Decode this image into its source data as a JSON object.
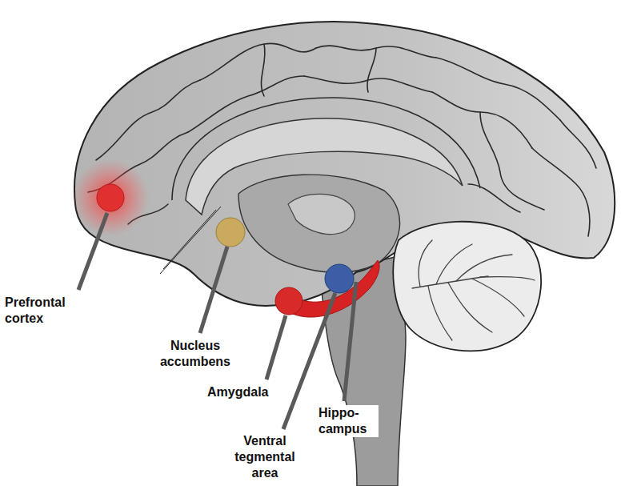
{
  "diagram": {
    "labels": [
      "Prefrontal cortex",
      "Nucleus accumbens",
      "Amygdala",
      "Ventral tegmental area",
      "Hippo- campus"
    ]
  }
}
